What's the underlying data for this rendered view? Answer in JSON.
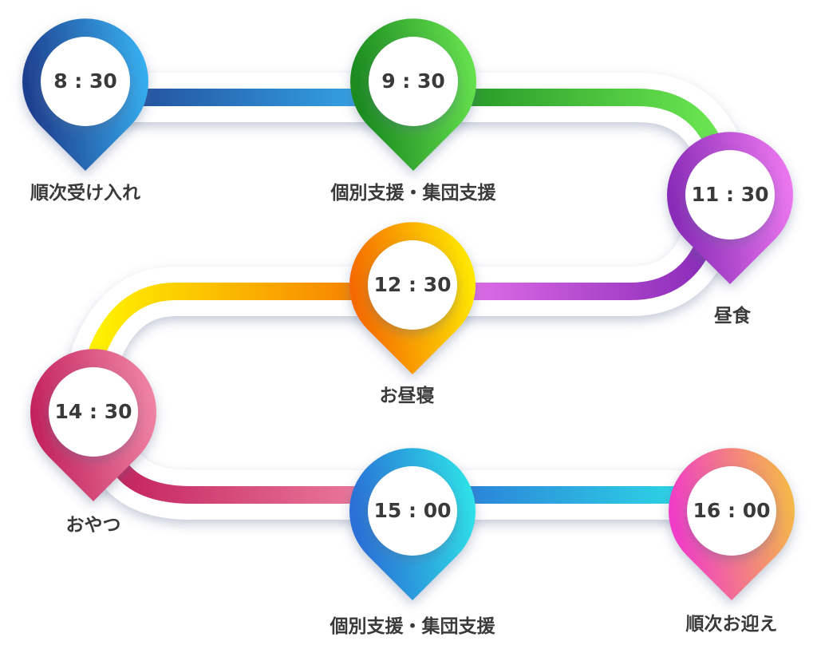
{
  "title": "一日の流れ",
  "schedule": [
    {
      "time": "8 : 30",
      "activity": "順次受け入れ",
      "colors": [
        "#1f3f8f",
        "#38b6f5"
      ]
    },
    {
      "time": "9 : 30",
      "activity": "個別支援・集団支援",
      "colors": [
        "#1a8a1f",
        "#6be651"
      ]
    },
    {
      "time": "11 : 30",
      "activity": "昼食",
      "colors": [
        "#8a2bb8",
        "#f27cf2"
      ]
    },
    {
      "time": "12 : 30",
      "activity": "お昼寝",
      "colors": [
        "#f56a00",
        "#fff200"
      ]
    },
    {
      "time": "14 : 30",
      "activity": "おやつ",
      "colors": [
        "#c4245e",
        "#f28aa8"
      ]
    },
    {
      "time": "15 : 00",
      "activity": "個別支援・集団支援",
      "colors": [
        "#2a6fd6",
        "#2ee8e8"
      ]
    },
    {
      "time": "16 : 00",
      "activity": "順次お迎え",
      "colors": [
        "#f03cc8",
        "#f5c040"
      ]
    }
  ]
}
